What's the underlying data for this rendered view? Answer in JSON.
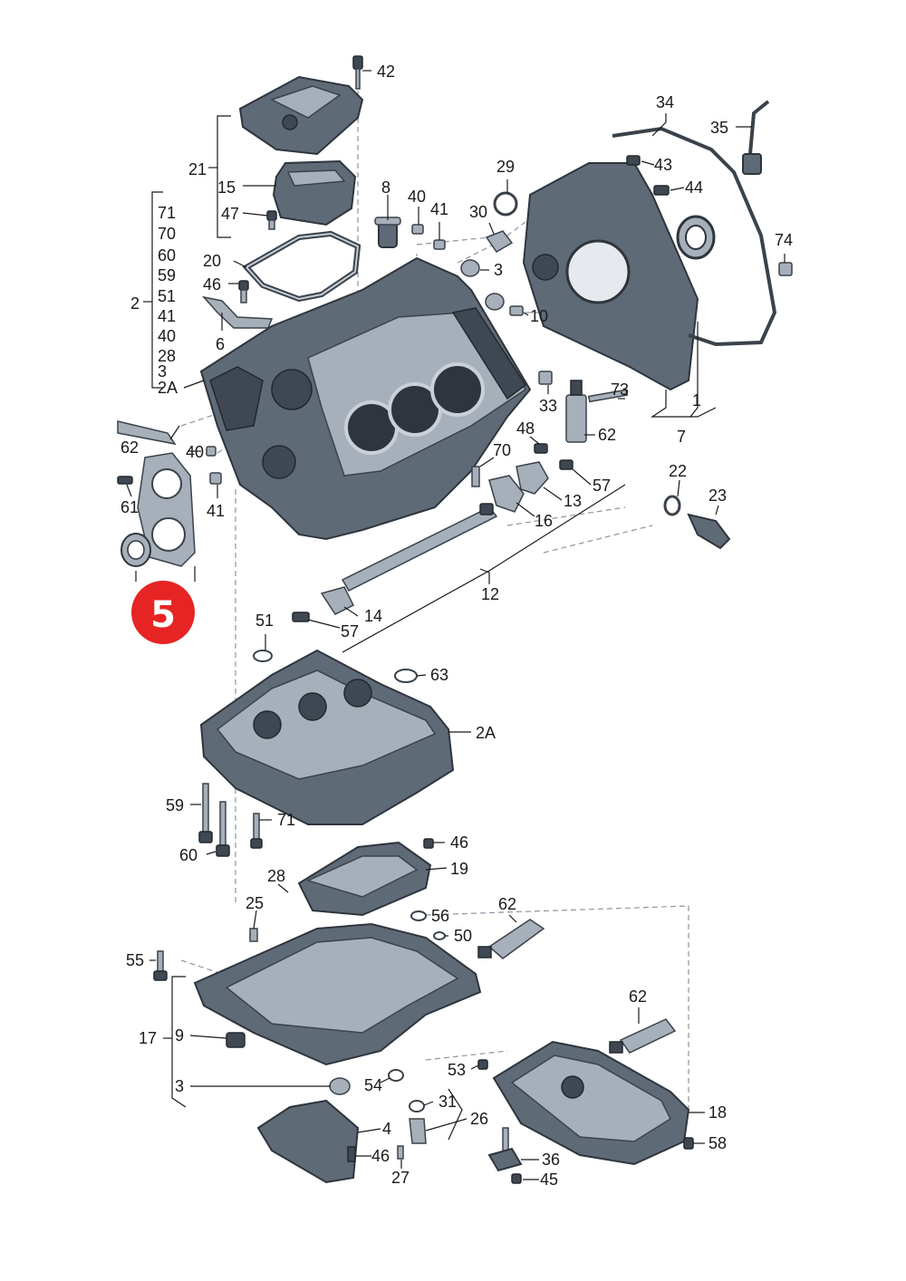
{
  "callout": {
    "number": "5",
    "color": "#e62424"
  },
  "group_2": [
    "71",
    "70",
    "60",
    "59",
    "51",
    "41",
    "40",
    "28",
    "3",
    "2A"
  ],
  "labels": {
    "n42": "42",
    "n21": "21",
    "n15": "15",
    "n47": "47",
    "n20": "20",
    "n46a": "46",
    "n6": "6",
    "n2": "2",
    "n2A_top": "2A",
    "n8": "8",
    "n40a": "40",
    "n41a": "41",
    "n30": "30",
    "n29": "29",
    "n3a": "3",
    "n10": "10",
    "n34": "34",
    "n35": "35",
    "n43": "43",
    "n44": "44",
    "n74": "74",
    "n1": "1",
    "n7": "7",
    "n33": "33",
    "n73": "73",
    "n62a": "62",
    "n62b": "62",
    "n48": "48",
    "n70": "70",
    "n57a": "57",
    "n13": "13",
    "n16": "16",
    "n22": "22",
    "n23": "23",
    "n40b": "40",
    "n41b": "41",
    "n61": "61",
    "n12": "12",
    "n14": "14",
    "n57b": "57",
    "n51": "51",
    "n63": "63",
    "n2A": "2A",
    "n59": "59",
    "n71": "71",
    "n60": "60",
    "n46b": "46",
    "n19": "19",
    "n28": "28",
    "n25": "25",
    "n56": "56",
    "n50": "50",
    "n62c": "62",
    "n55": "55",
    "n17": "17",
    "n9": "9",
    "n3b": "3",
    "n54": "54",
    "n53": "53",
    "n62d": "62",
    "n31": "31",
    "n26": "26",
    "n18": "18",
    "n4": "4",
    "n46c": "46",
    "n27": "27",
    "n36": "36",
    "n58": "58",
    "n45": "45"
  }
}
